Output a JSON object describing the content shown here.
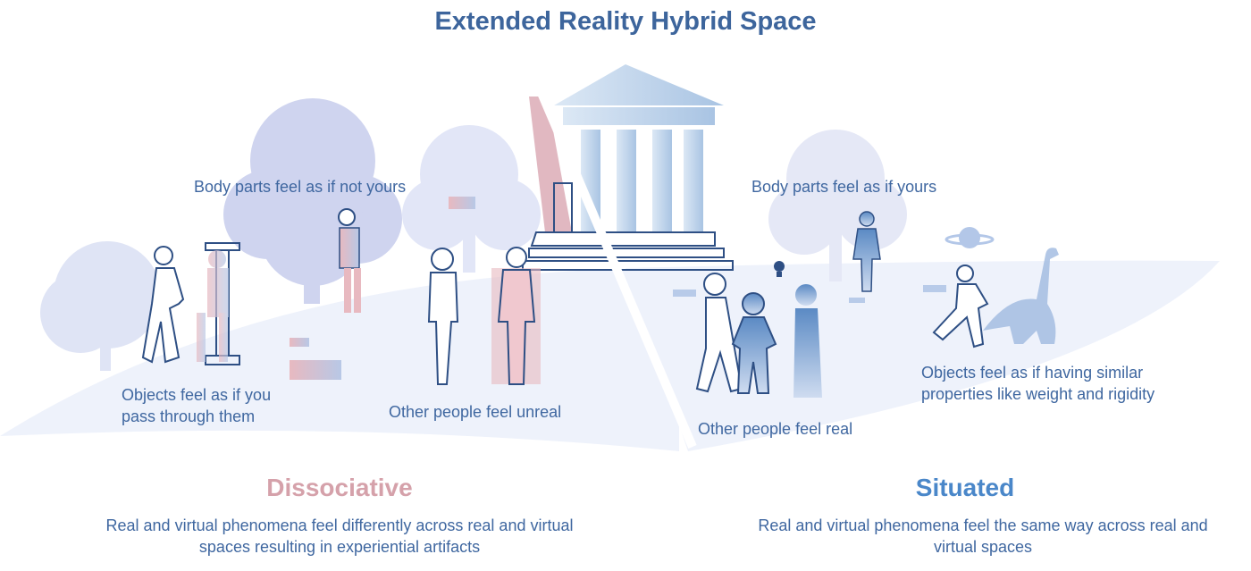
{
  "title": "Extended Reality Hybrid Space",
  "labels": {
    "body_not_yours": "Body parts feel as if not yours",
    "objects_pass_1": "Objects feel as if you",
    "objects_pass_2": "pass through them",
    "people_unreal": "Other people feel unreal",
    "body_yours": "Body parts feel as if yours",
    "people_real": "Other people feel real",
    "objects_similar_1": "Objects feel as if having similar",
    "objects_similar_2": "properties like weight and rigidity"
  },
  "dissociative": {
    "heading": "Dissociative",
    "line1": "Real and virtual phenomena feel differently across real and virtual",
    "line2": "spaces resulting in experiential artifacts",
    "color": "#d5a1aa"
  },
  "situated": {
    "heading": "Situated",
    "line1": "Real and virtual phenomena feel the same way across real and",
    "line2": "virtual spaces",
    "color": "#4a87c9"
  }
}
